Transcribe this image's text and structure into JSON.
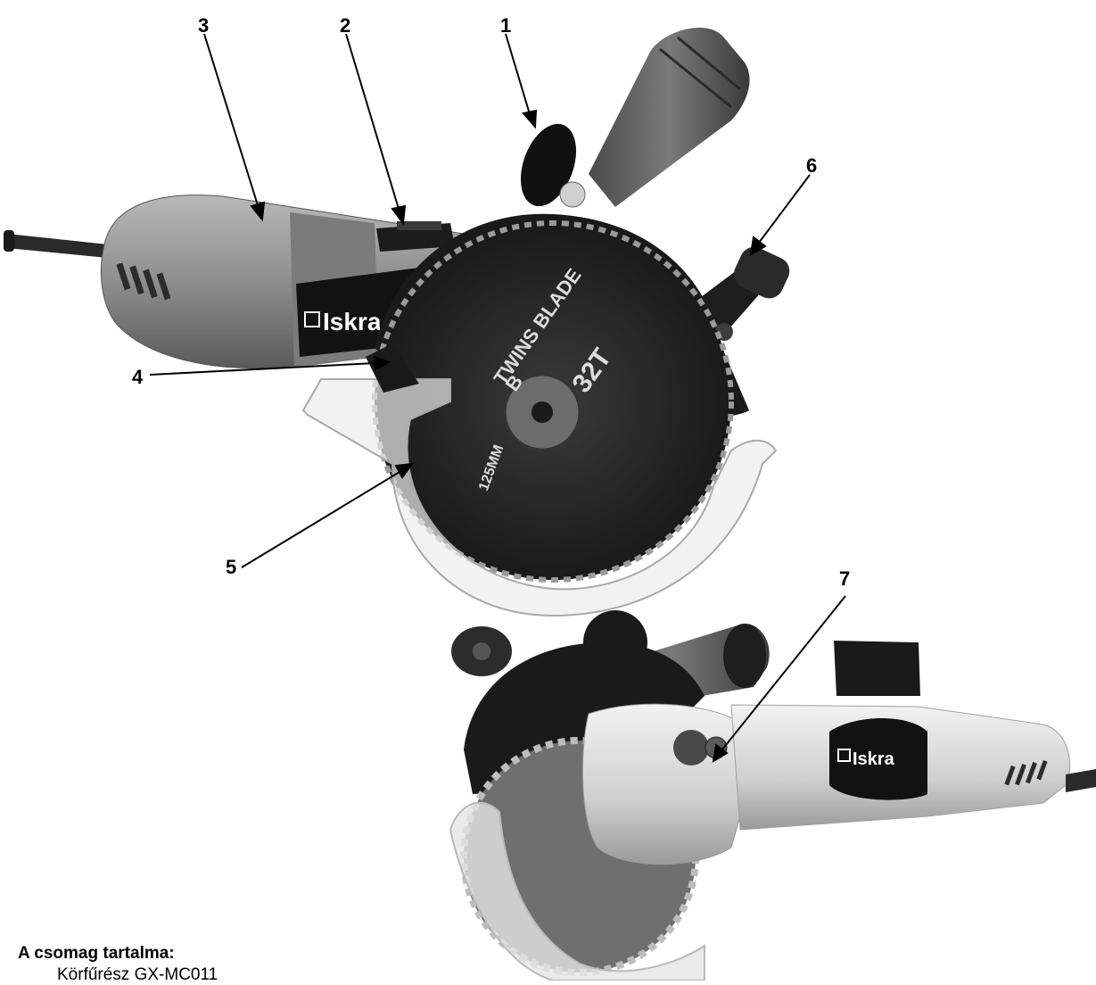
{
  "callouts": [
    "1",
    "2",
    "3",
    "4",
    "5",
    "6",
    "7"
  ],
  "brand": "Iskra",
  "blade": {
    "name_line1": "TWINS BLADE",
    "name_line2": "B",
    "teeth": "32T",
    "diameter": "125MM"
  },
  "contents": {
    "title": "A csomag tartalma:",
    "items": [
      "Körfűrész GX-MC011"
    ]
  }
}
